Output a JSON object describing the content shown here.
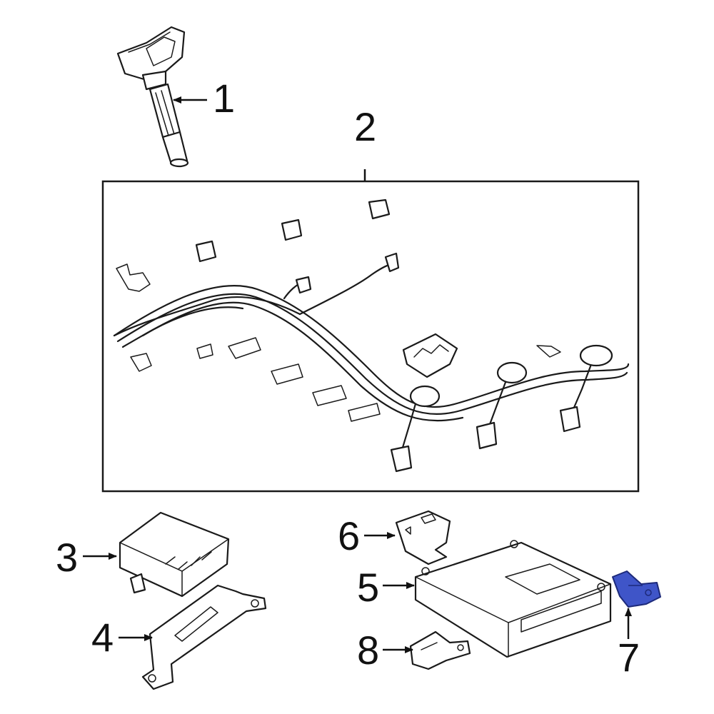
{
  "callouts": [
    {
      "id": "1",
      "label": "1"
    },
    {
      "id": "2",
      "label": "2"
    },
    {
      "id": "3",
      "label": "3"
    },
    {
      "id": "4",
      "label": "4"
    },
    {
      "id": "5",
      "label": "5"
    },
    {
      "id": "6",
      "label": "6"
    },
    {
      "id": "7",
      "label": "7"
    },
    {
      "id": "8",
      "label": "8"
    }
  ],
  "parts": [
    {
      "callout": "1",
      "icon": "ignition-coil-icon"
    },
    {
      "callout": "2",
      "icon": "wiring-harness-icon"
    },
    {
      "callout": "3",
      "icon": "control-module-icon"
    },
    {
      "callout": "4",
      "icon": "module-bracket-icon"
    },
    {
      "callout": "5",
      "icon": "ecm-icon"
    },
    {
      "callout": "6",
      "icon": "ecm-bracket-icon"
    },
    {
      "callout": "7",
      "icon": "bracket-icon",
      "highlighted": true
    },
    {
      "callout": "8",
      "icon": "rear-bracket-icon"
    }
  ],
  "colors": {
    "line": "#1a1a1a",
    "highlight_fill": "#3f55c8",
    "highlight_stroke": "#1d2a7a",
    "background": "#ffffff"
  }
}
